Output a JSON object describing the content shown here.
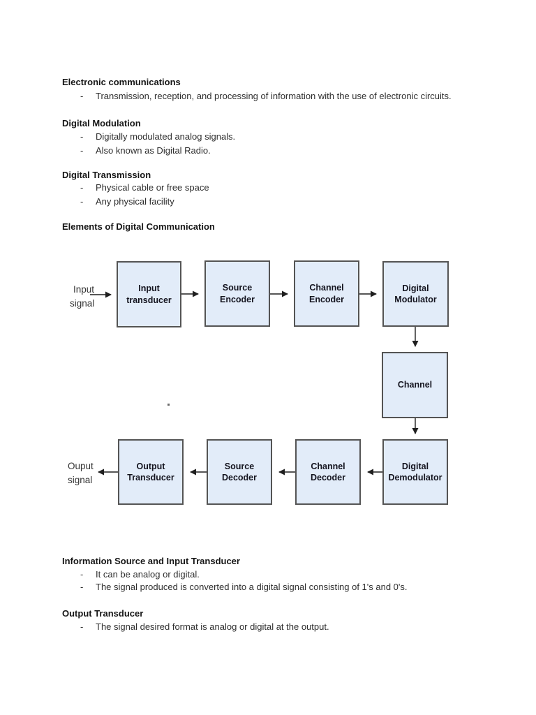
{
  "bullet_marker": "-",
  "sections": [
    {
      "heading": "Electronic communications",
      "bullets": [
        "Transmission, reception, and processing of information with the use of electronic circuits."
      ]
    },
    {
      "heading": "Digital Modulation",
      "bullets": [
        "Digitally modulated analog signals.",
        "Also known as Digital Radio."
      ]
    },
    {
      "heading": "Digital Transmission",
      "bullets": [
        "Physical cable or free space",
        "Any physical facility"
      ]
    },
    {
      "heading": "Elements of Digital Communication",
      "bullets": []
    },
    {
      "heading": "Information Source and Input Transducer",
      "bullets": [
        "It can be analog or digital.",
        "The signal produced is converted into a digital signal consisting of 1's and 0's."
      ]
    },
    {
      "heading": "Output Transducer",
      "bullets": [
        "The signal desired format is analog or digital at the output."
      ]
    }
  ],
  "diagram": {
    "input_signal_label": {
      "line1": "Input",
      "line2": "signal"
    },
    "output_signal_label": {
      "line1": "Ouput",
      "line2": "signal"
    },
    "blocks": [
      {
        "id": "input-transducer",
        "label": "Input transducer"
      },
      {
        "id": "source-encoder",
        "label": "Source Encoder"
      },
      {
        "id": "channel-encoder",
        "label": "Channel Encoder"
      },
      {
        "id": "digital-modulator",
        "label": "Digital Modulator"
      },
      {
        "id": "channel",
        "label": "Channel"
      },
      {
        "id": "digital-demodulator",
        "label": "Digital Demodulator"
      },
      {
        "id": "channel-decoder",
        "label": "Channel Decoder"
      },
      {
        "id": "source-decoder",
        "label": "Source Decoder"
      },
      {
        "id": "output-transducer",
        "label": "Output Transducer"
      }
    ],
    "colors": {
      "block_fill": "#e2ecf9",
      "block_border": "#545454",
      "arrow": "#1f1f1f"
    }
  }
}
